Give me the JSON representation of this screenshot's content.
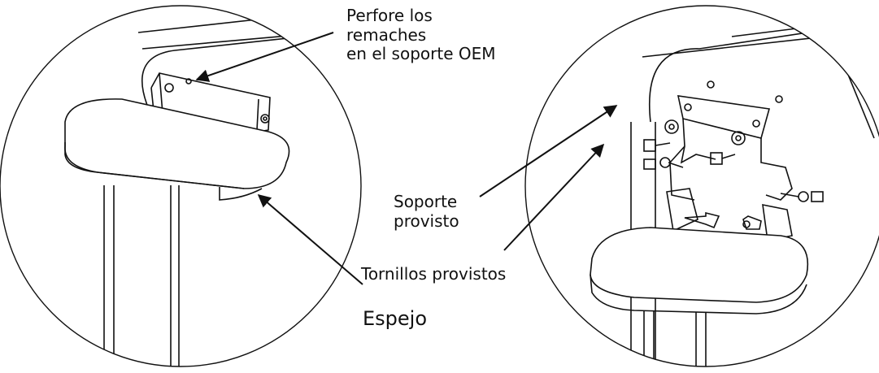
{
  "callouts": {
    "drill_rivets": "Perfore los\nremaches\nen el soporte OEM",
    "supplied_bracket": "Soporte\nprovisto",
    "supplied_bolts": "Tornillos provistos",
    "mirror": "Espejo"
  },
  "colors": {
    "line": "#111111",
    "background": "#ffffff",
    "fill": "#ffffff"
  }
}
